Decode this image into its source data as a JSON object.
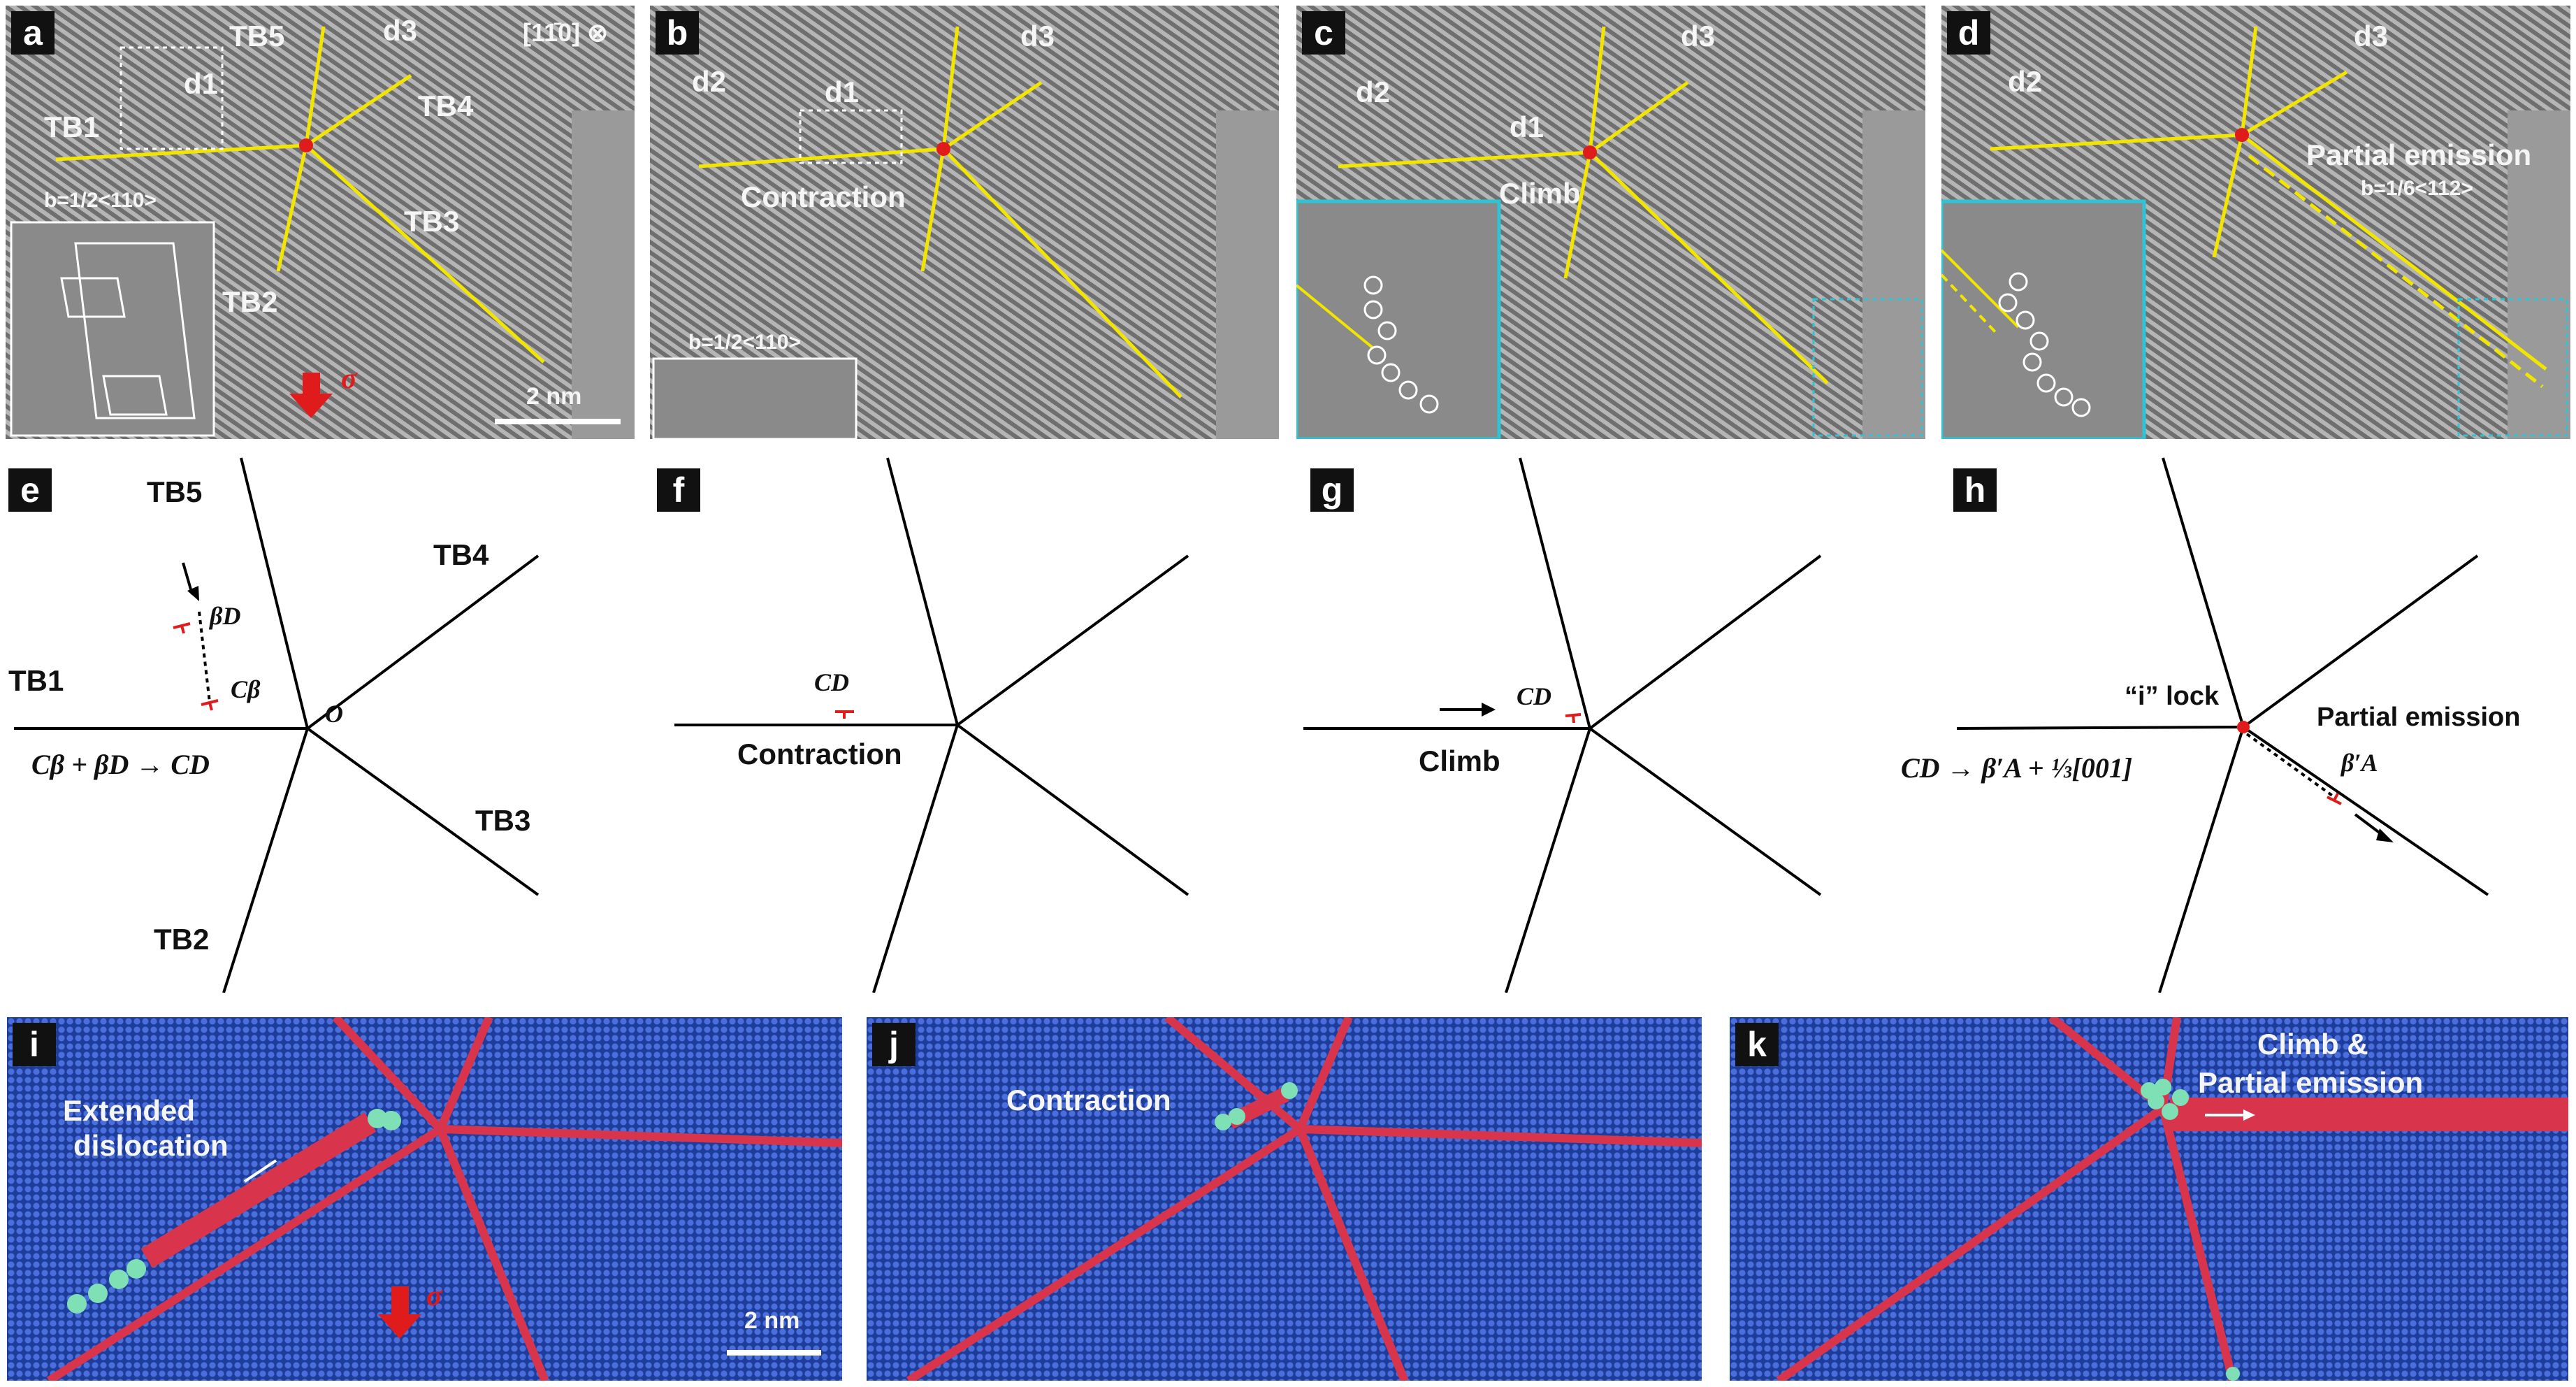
{
  "panels": {
    "a": {
      "label": "a",
      "tb1": "TB1",
      "tb2": "TB2",
      "tb3": "TB3",
      "tb4": "TB4",
      "tb5": "TB5",
      "d1": "d1",
      "d3": "d3",
      "zone": "[11̄0] ⊗",
      "burgers": "b=1/2<110>",
      "sigma": "σ",
      "scale": "2 nm"
    },
    "b": {
      "label": "b",
      "d1": "d1",
      "d2": "d2",
      "d3": "d3",
      "contraction": "Contraction",
      "burgers": "b=1/2<110>"
    },
    "c": {
      "label": "c",
      "d1": "d1",
      "d2": "d2",
      "d3": "d3",
      "climb": "Climb"
    },
    "d": {
      "label": "d",
      "d2": "d2",
      "d3": "d3",
      "partial": "Partial emission",
      "burgers": "b=1/6<112>"
    },
    "e": {
      "label": "e",
      "tb1": "TB1",
      "tb2": "TB2",
      "tb3": "TB3",
      "tb4": "TB4",
      "tb5": "TB5",
      "betaD": "βD",
      "cbeta": "Cβ",
      "origin": "O",
      "reaction": "Cβ + βD → CD"
    },
    "f": {
      "label": "f",
      "cd": "CD",
      "contraction": "Contraction"
    },
    "g": {
      "label": "g",
      "cd": "CD",
      "climb": "Climb"
    },
    "h": {
      "label": "h",
      "lock": "“i” lock",
      "partial": "Partial emission",
      "betaA": "β′A",
      "reaction": "CD → β′A + ⅓[001]"
    },
    "i": {
      "label": "i",
      "extended": "Extended",
      "dislocation": "dislocation",
      "sigma": "σ",
      "scale": "2 nm"
    },
    "j": {
      "label": "j",
      "contraction": "Contraction"
    },
    "k": {
      "label": "k",
      "climb": "Climb &",
      "partial": "Partial emission"
    }
  },
  "colors": {
    "yellow": "#f2e600",
    "red": "#e01b1b",
    "cyan": "#2ec4d6",
    "md_blue": "#2c4fb8",
    "md_red": "#d8344c",
    "md_green": "#7fe0b5"
  }
}
